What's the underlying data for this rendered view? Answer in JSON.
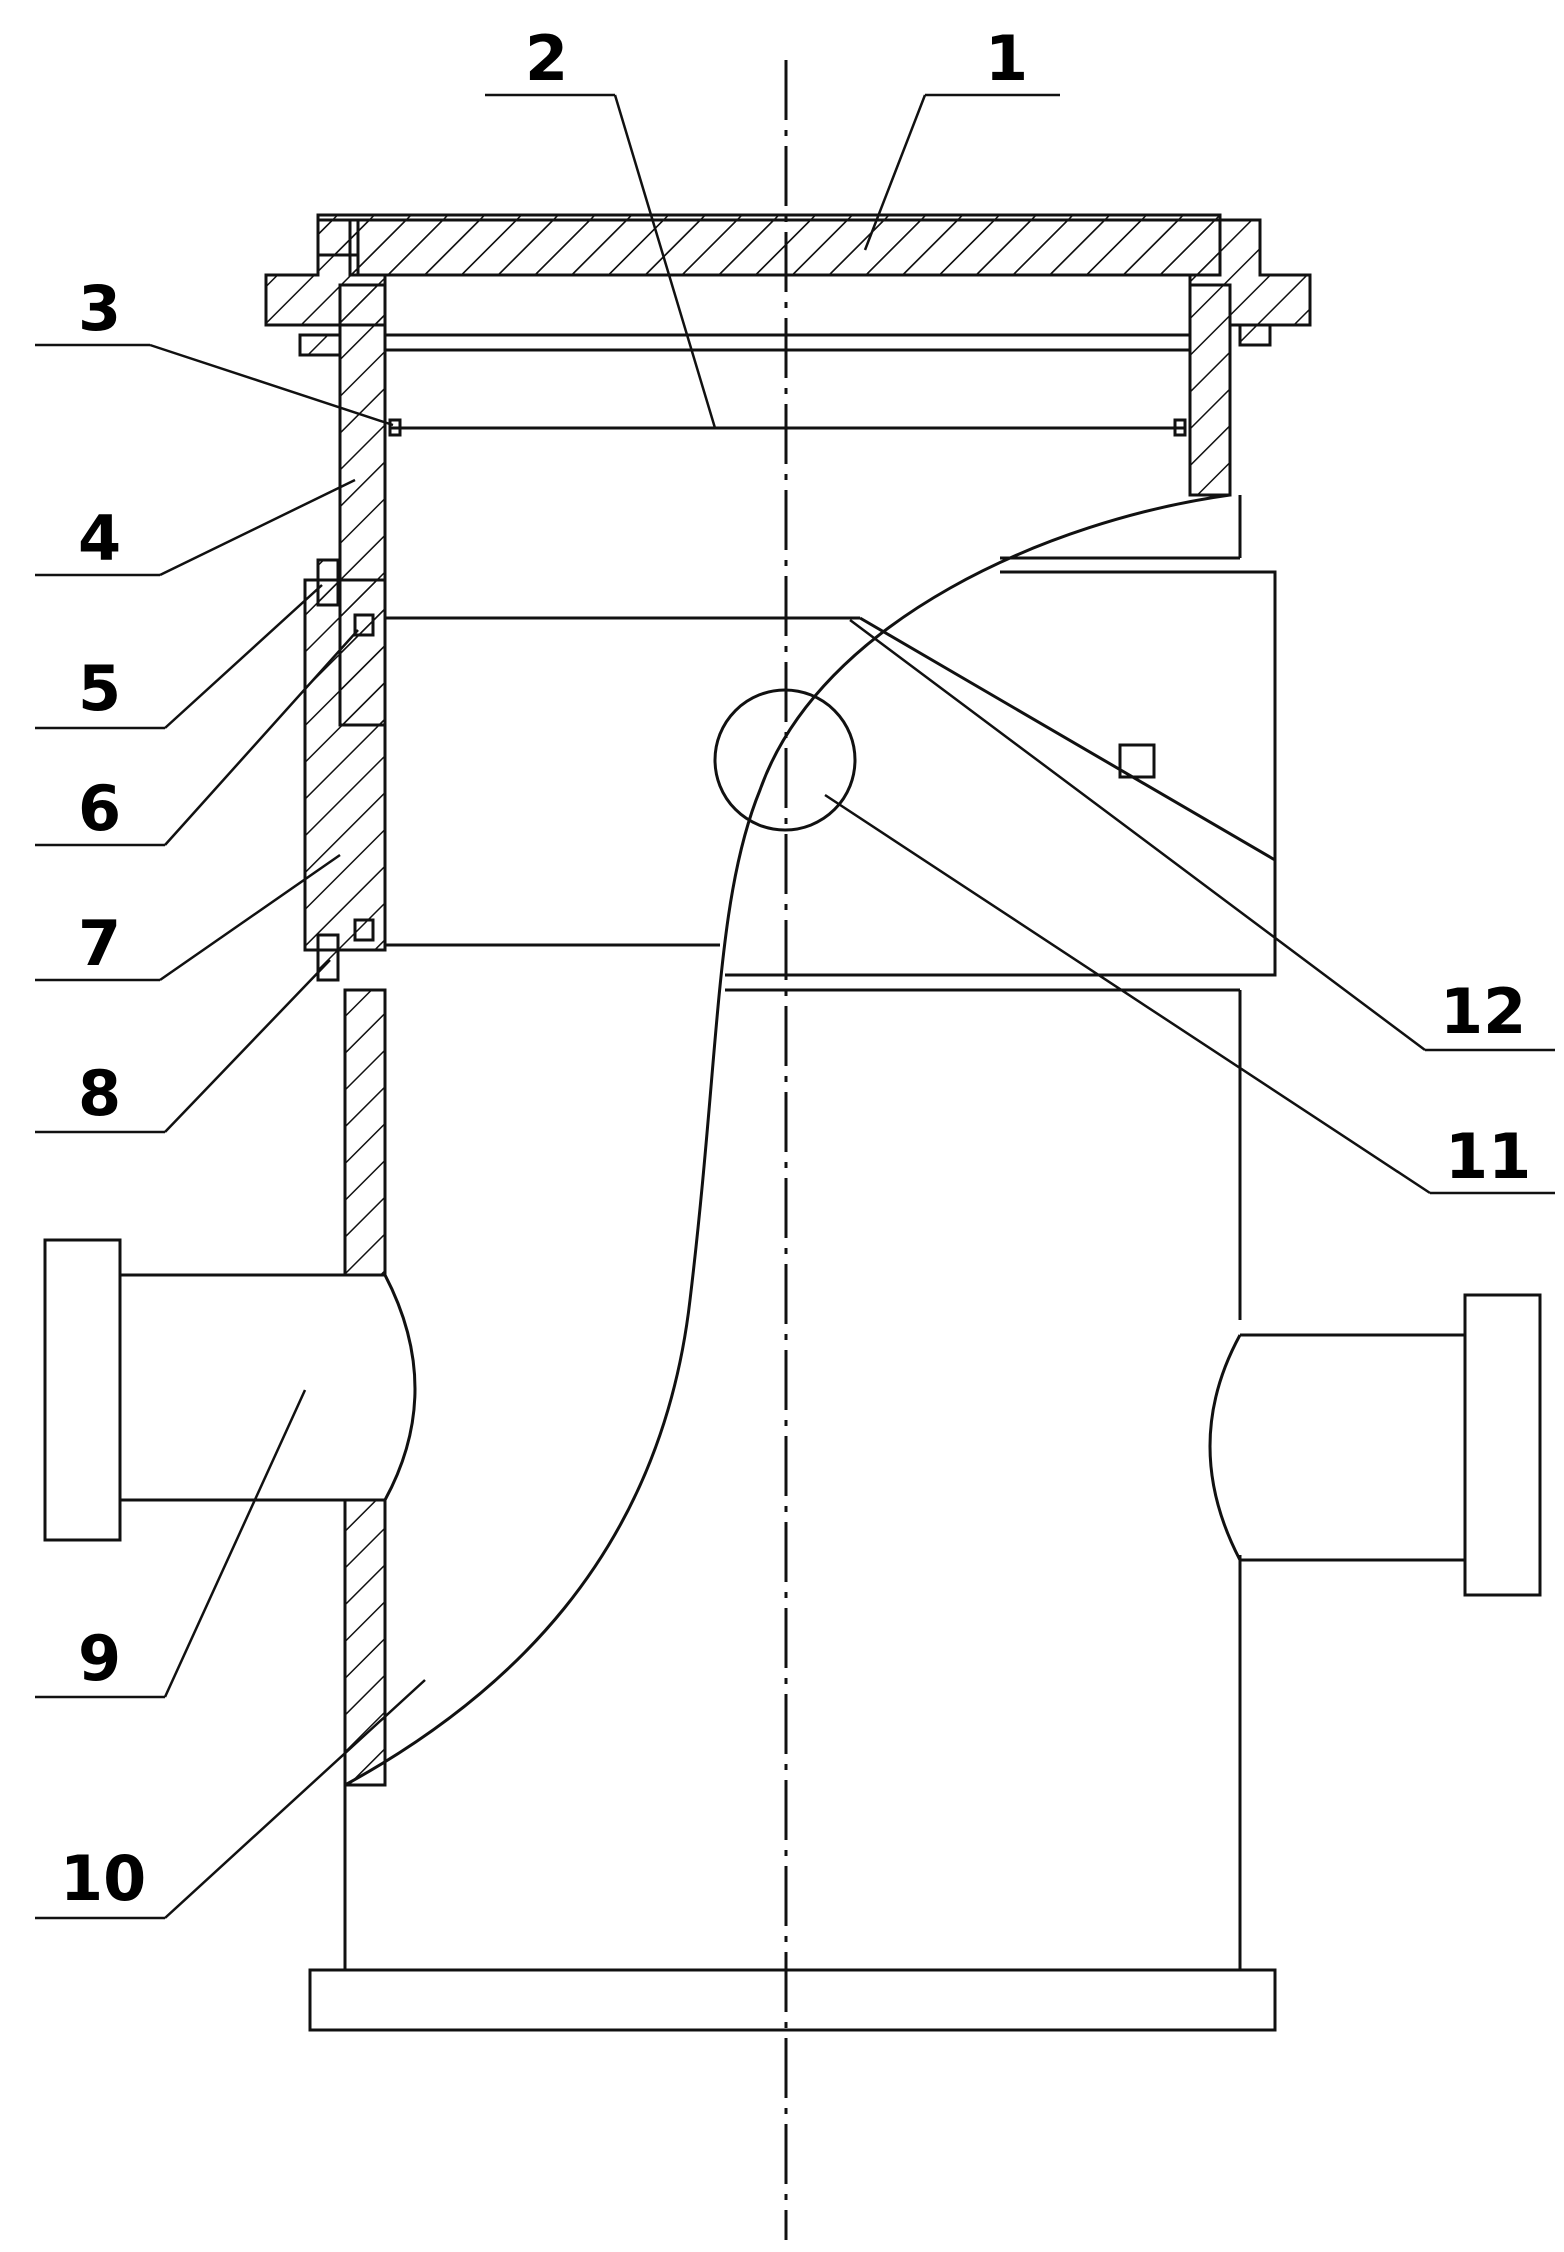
{
  "figure": {
    "callouts": [
      {
        "id": "1",
        "text": "1"
      },
      {
        "id": "2",
        "text": "2"
      },
      {
        "id": "3",
        "text": "3"
      },
      {
        "id": "4",
        "text": "4"
      },
      {
        "id": "5",
        "text": "5"
      },
      {
        "id": "6",
        "text": "6"
      },
      {
        "id": "7",
        "text": "7"
      },
      {
        "id": "8",
        "text": "8"
      },
      {
        "id": "9",
        "text": "9"
      },
      {
        "id": "10",
        "text": "10"
      },
      {
        "id": "11",
        "text": "11"
      },
      {
        "id": "12",
        "text": "12"
      }
    ]
  }
}
